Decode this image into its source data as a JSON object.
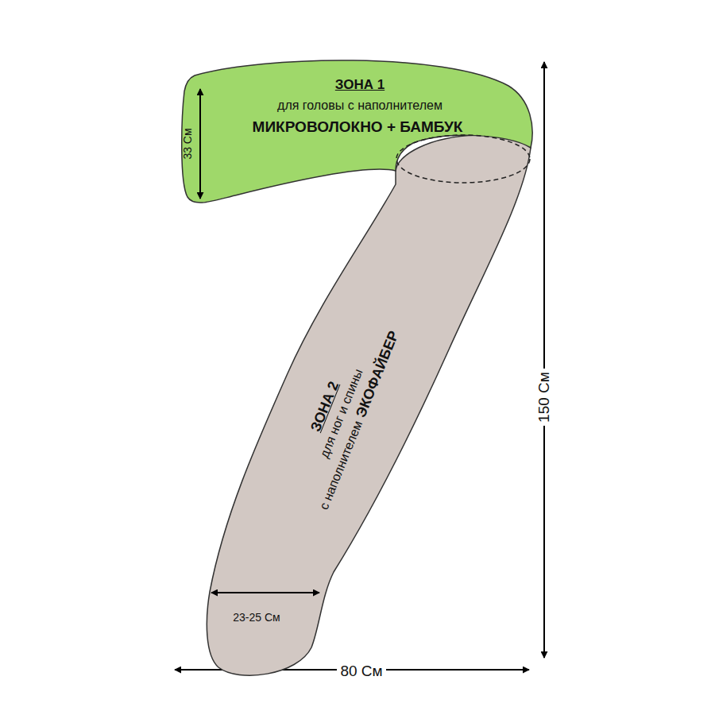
{
  "diagram": {
    "nodes": [
      {
        "text": [
          "ЗОНА 1",
          "для головы с наполнителем",
          "МИКРОВОЛОКНО + БАМБУК"
        ]
      },
      {
        "text": [
          "ЗОНА 2",
          "для ног и спины",
          "с наполнителем",
          "ЭКОФАЙБЕР"
        ]
      }
    ],
    "labels": [
      "33 См",
      "23-25 См",
      "150 См",
      "80 См"
    ]
  }
}
